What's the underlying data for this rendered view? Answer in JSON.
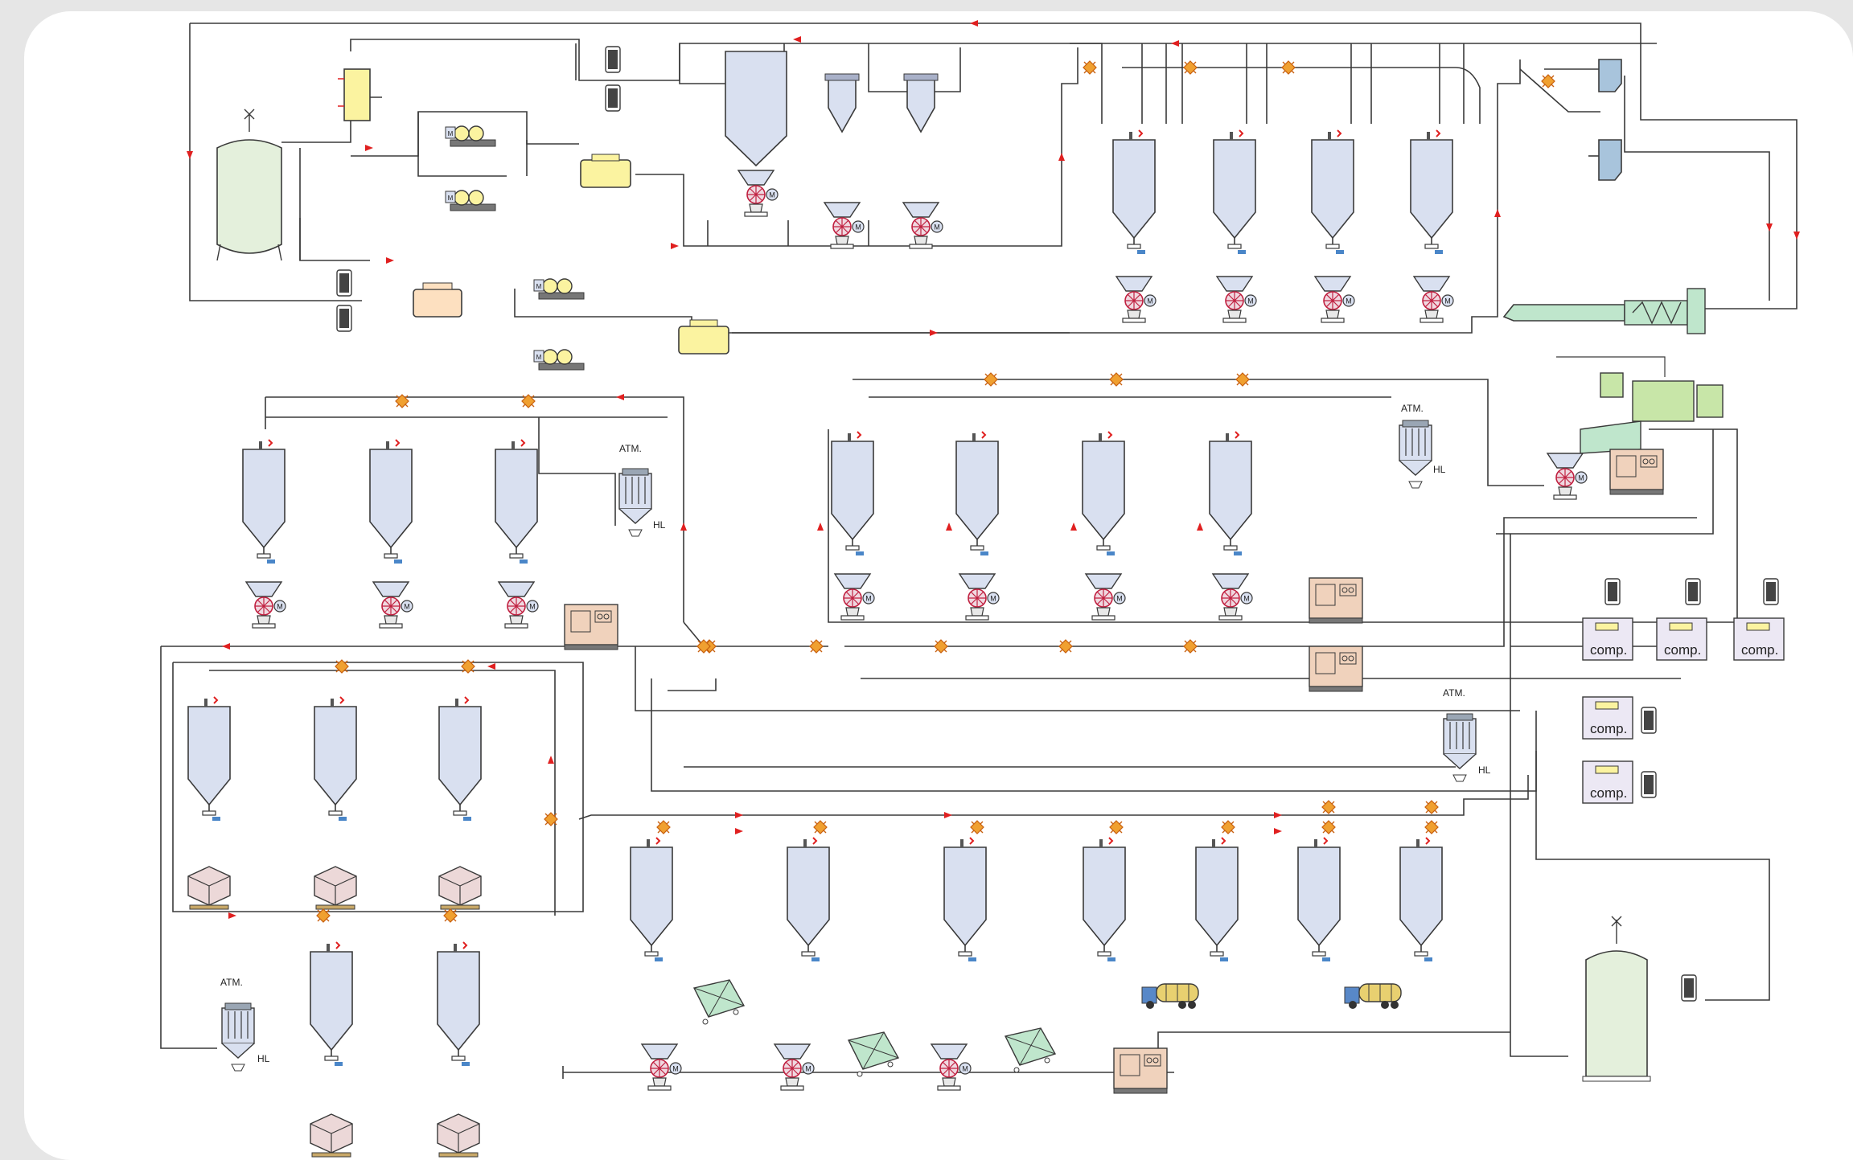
{
  "labels": {
    "atm": "ATM.",
    "hl": "HL",
    "comp": "comp.",
    "motor": "M"
  },
  "colors": {
    "silo_fill": "#d9e0f0",
    "silo_stroke": "#3a3a3a",
    "line": "#3a3a3a",
    "flow_arrow": "#e02020",
    "valve": "#f0a030",
    "tank_green": "#e4f0dc",
    "cooler_yellow": "#fbf3a0",
    "heater_orange": "#fde0c0",
    "station_brown": "#f0d2bc",
    "bigbag_pink": "#ecd8d8",
    "blower_blue": "#a8c4dc",
    "extruder_green": "#bfe6cc",
    "comp_fill": "#ece8f4",
    "truck_yellow": "#e8d070",
    "truck_cab": "#5888c8"
  },
  "icons": [
    "silo-icon",
    "rotary-valve-icon",
    "motor-icon",
    "diverter-valve-icon",
    "filter-receiver-icon",
    "big-bag-icon",
    "blower-icon",
    "compressor-icon",
    "tank-icon",
    "truck-icon",
    "container-icon",
    "extruder-icon",
    "weighing-station-icon"
  ]
}
